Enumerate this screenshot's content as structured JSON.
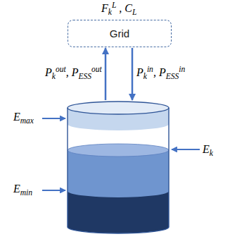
{
  "diagram": {
    "nodes": [
      {
        "text": [
          "Grid"
        ]
      },
      {
        "text": [
          "Emax",
          "Ek",
          "Emin"
        ]
      }
    ],
    "edges": [
      {
        "from": 1,
        "to": 0,
        "arrow": "to",
        "label": "Pkout, PESSout"
      },
      {
        "from": 0,
        "to": 1,
        "arrow": "to",
        "label": "Pkin, PESSin"
      }
    ],
    "labels": [
      "FkL , CL"
    ]
  }
}
